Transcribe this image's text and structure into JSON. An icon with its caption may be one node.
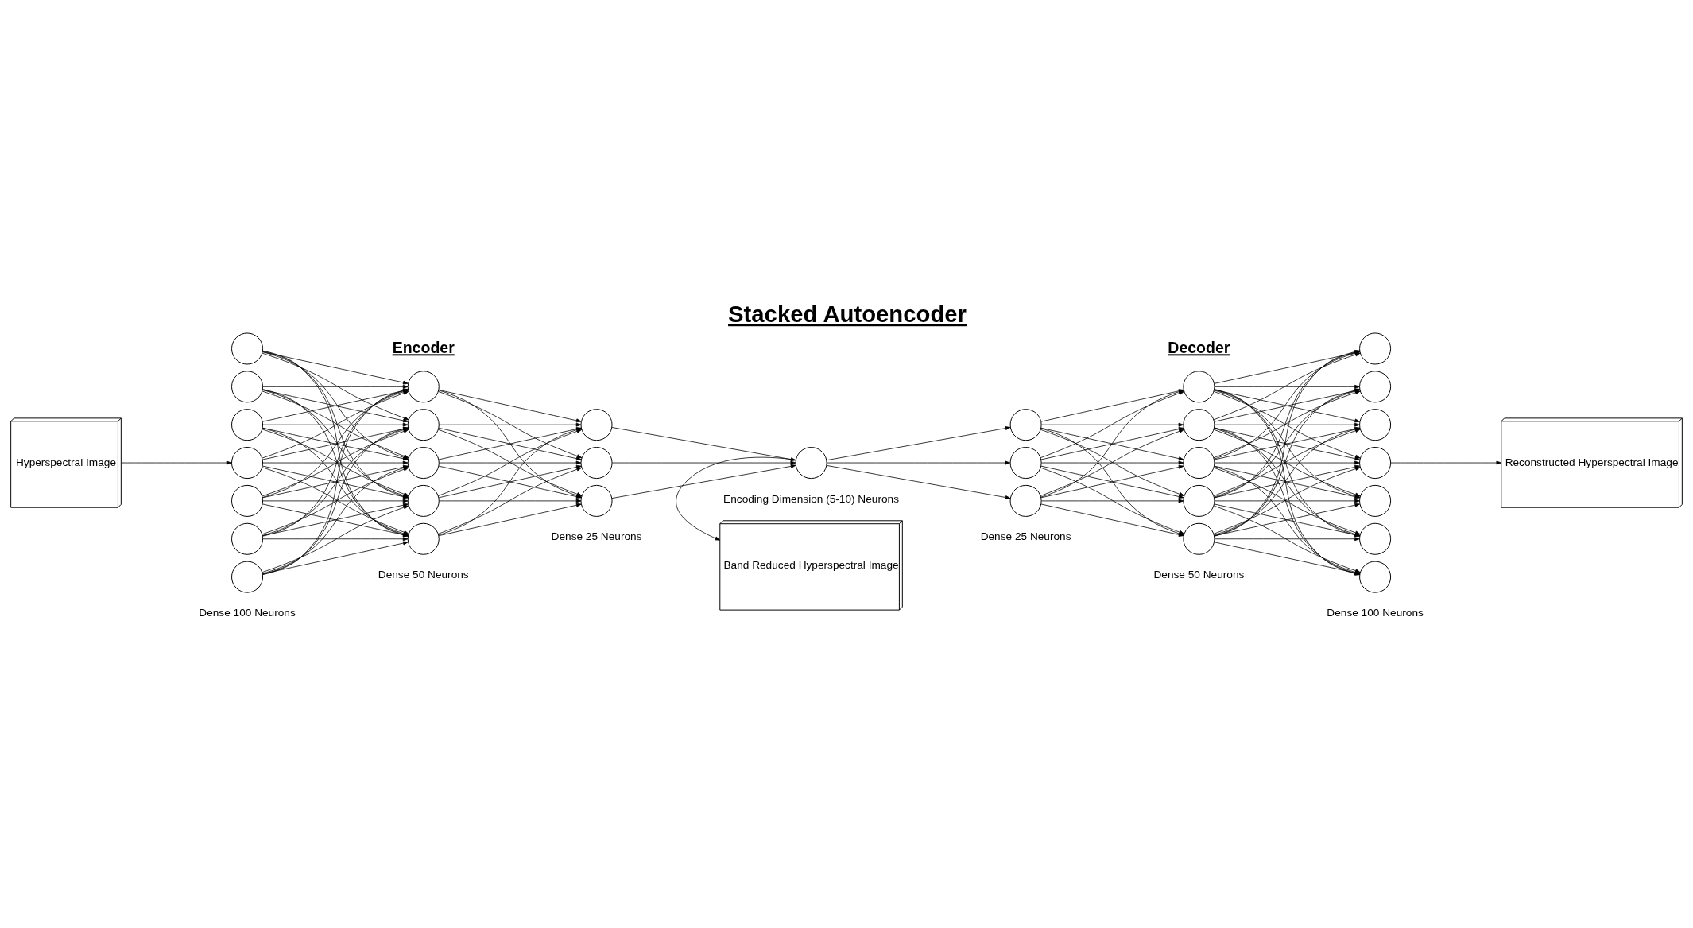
{
  "diagram": {
    "title": "Stacked Autoencoder",
    "nodes": [
      {
        "text": [
          "Hyperspectral Image"
        ]
      },
      {
        "text": [],
        "shape": "circle"
      },
      {
        "text": [],
        "shape": "circle"
      },
      {
        "text": [],
        "shape": "circle"
      },
      {
        "text": [],
        "shape": "circle"
      },
      {
        "text": [],
        "shape": "circle"
      },
      {
        "text": [],
        "shape": "circle"
      },
      {
        "text": [],
        "shape": "circle"
      },
      {
        "text": [],
        "shape": "circle"
      },
      {
        "text": [],
        "shape": "circle"
      },
      {
        "text": [],
        "shape": "circle"
      },
      {
        "text": [],
        "shape": "circle"
      },
      {
        "text": [],
        "shape": "circle"
      },
      {
        "text": [],
        "shape": "circle"
      },
      {
        "text": [],
        "shape": "circle"
      },
      {
        "text": [],
        "shape": "circle"
      },
      {
        "text": [],
        "shape": "circle",
        "beside": [
          "Encoding Dimension (5-10) Neurons"
        ]
      },
      {
        "text": [],
        "shape": "circle"
      },
      {
        "text": [],
        "shape": "circle"
      },
      {
        "text": [],
        "shape": "circle"
      },
      {
        "text": [],
        "shape": "circle"
      },
      {
        "text": [],
        "shape": "circle"
      },
      {
        "text": [],
        "shape": "circle"
      },
      {
        "text": [],
        "shape": "circle"
      },
      {
        "text": [],
        "shape": "circle"
      },
      {
        "text": [],
        "shape": "circle"
      },
      {
        "text": [],
        "shape": "circle"
      },
      {
        "text": [],
        "shape": "circle"
      },
      {
        "text": [],
        "shape": "circle"
      },
      {
        "text": [],
        "shape": "circle"
      },
      {
        "text": [],
        "shape": "circle"
      },
      {
        "text": [],
        "shape": "circle"
      },
      {
        "text": [
          "Reconstructed Hyperspectral Image"
        ]
      },
      {
        "text": [
          "Band Reduced Hyperspectral Image"
        ]
      }
    ],
    "edges": [
      {
        "from": 0,
        "to": 4,
        "arrow": "to"
      },
      {
        "from": 1,
        "to": 8,
        "arrow": "to"
      },
      {
        "from": 1,
        "to": 9,
        "arrow": "to"
      },
      {
        "from": 1,
        "to": 10,
        "arrow": "to"
      },
      {
        "from": 1,
        "to": 11,
        "arrow": "to"
      },
      {
        "from": 1,
        "to": 12,
        "arrow": "to"
      },
      {
        "from": 2,
        "to": 8,
        "arrow": "to"
      },
      {
        "from": 2,
        "to": 9,
        "arrow": "to"
      },
      {
        "from": 2,
        "to": 10,
        "arrow": "to"
      },
      {
        "from": 2,
        "to": 11,
        "arrow": "to"
      },
      {
        "from": 2,
        "to": 12,
        "arrow": "to"
      },
      {
        "from": 3,
        "to": 8,
        "arrow": "to"
      },
      {
        "from": 3,
        "to": 9,
        "arrow": "to"
      },
      {
        "from": 3,
        "to": 10,
        "arrow": "to"
      },
      {
        "from": 3,
        "to": 11,
        "arrow": "to"
      },
      {
        "from": 3,
        "to": 12,
        "arrow": "to"
      },
      {
        "from": 4,
        "to": 8,
        "arrow": "to"
      },
      {
        "from": 4,
        "to": 9,
        "arrow": "to"
      },
      {
        "from": 4,
        "to": 10,
        "arrow": "to"
      },
      {
        "from": 4,
        "to": 11,
        "arrow": "to"
      },
      {
        "from": 4,
        "to": 12,
        "arrow": "to"
      },
      {
        "from": 5,
        "to": 8,
        "arrow": "to"
      },
      {
        "from": 5,
        "to": 9,
        "arrow": "to"
      },
      {
        "from": 5,
        "to": 10,
        "arrow": "to"
      },
      {
        "from": 5,
        "to": 11,
        "arrow": "to"
      },
      {
        "from": 5,
        "to": 12,
        "arrow": "to"
      },
      {
        "from": 6,
        "to": 8,
        "arrow": "to"
      },
      {
        "from": 6,
        "to": 9,
        "arrow": "to"
      },
      {
        "from": 6,
        "to": 10,
        "arrow": "to"
      },
      {
        "from": 6,
        "to": 11,
        "arrow": "to"
      },
      {
        "from": 6,
        "to": 12,
        "arrow": "to"
      },
      {
        "from": 7,
        "to": 8,
        "arrow": "to"
      },
      {
        "from": 7,
        "to": 9,
        "arrow": "to"
      },
      {
        "from": 7,
        "to": 10,
        "arrow": "to"
      },
      {
        "from": 7,
        "to": 11,
        "arrow": "to"
      },
      {
        "from": 7,
        "to": 12,
        "arrow": "to"
      },
      {
        "from": 8,
        "to": 13,
        "arrow": "to"
      },
      {
        "from": 8,
        "to": 14,
        "arrow": "to"
      },
      {
        "from": 8,
        "to": 15,
        "arrow": "to"
      },
      {
        "from": 9,
        "to": 13,
        "arrow": "to"
      },
      {
        "from": 9,
        "to": 14,
        "arrow": "to"
      },
      {
        "from": 9,
        "to": 15,
        "arrow": "to"
      },
      {
        "from": 10,
        "to": 13,
        "arrow": "to"
      },
      {
        "from": 10,
        "to": 14,
        "arrow": "to"
      },
      {
        "from": 10,
        "to": 15,
        "arrow": "to"
      },
      {
        "from": 11,
        "to": 13,
        "arrow": "to"
      },
      {
        "from": 11,
        "to": 14,
        "arrow": "to"
      },
      {
        "from": 11,
        "to": 15,
        "arrow": "to"
      },
      {
        "from": 12,
        "to": 13,
        "arrow": "to"
      },
      {
        "from": 12,
        "to": 14,
        "arrow": "to"
      },
      {
        "from": 12,
        "to": 15,
        "arrow": "to"
      },
      {
        "from": 13,
        "to": 16,
        "arrow": "to"
      },
      {
        "from": 14,
        "to": 16,
        "arrow": "to"
      },
      {
        "from": 15,
        "to": 16,
        "arrow": "to"
      },
      {
        "from": 16,
        "to": 17,
        "arrow": "to"
      },
      {
        "from": 16,
        "to": 18,
        "arrow": "to"
      },
      {
        "from": 16,
        "to": 19,
        "arrow": "to"
      },
      {
        "from": 17,
        "to": 20,
        "arrow": "to"
      },
      {
        "from": 17,
        "to": 21,
        "arrow": "to"
      },
      {
        "from": 17,
        "to": 22,
        "arrow": "to"
      },
      {
        "from": 17,
        "to": 23,
        "arrow": "to"
      },
      {
        "from": 17,
        "to": 24,
        "arrow": "to"
      },
      {
        "from": 18,
        "to": 20,
        "arrow": "to"
      },
      {
        "from": 18,
        "to": 21,
        "arrow": "to"
      },
      {
        "from": 18,
        "to": 22,
        "arrow": "to"
      },
      {
        "from": 18,
        "to": 23,
        "arrow": "to"
      },
      {
        "from": 18,
        "to": 24,
        "arrow": "to"
      },
      {
        "from": 19,
        "to": 20,
        "arrow": "to"
      },
      {
        "from": 19,
        "to": 21,
        "arrow": "to"
      },
      {
        "from": 19,
        "to": 22,
        "arrow": "to"
      },
      {
        "from": 19,
        "to": 23,
        "arrow": "to"
      },
      {
        "from": 19,
        "to": 24,
        "arrow": "to"
      },
      {
        "from": 20,
        "to": 25,
        "arrow": "to"
      },
      {
        "from": 20,
        "to": 26,
        "arrow": "to"
      },
      {
        "from": 20,
        "to": 27,
        "arrow": "to"
      },
      {
        "from": 20,
        "to": 28,
        "arrow": "to"
      },
      {
        "from": 20,
        "to": 29,
        "arrow": "to"
      },
      {
        "from": 20,
        "to": 30,
        "arrow": "to"
      },
      {
        "from": 20,
        "to": 31,
        "arrow": "to"
      },
      {
        "from": 21,
        "to": 25,
        "arrow": "to"
      },
      {
        "from": 21,
        "to": 26,
        "arrow": "to"
      },
      {
        "from": 21,
        "to": 27,
        "arrow": "to"
      },
      {
        "from": 21,
        "to": 28,
        "arrow": "to"
      },
      {
        "from": 21,
        "to": 29,
        "arrow": "to"
      },
      {
        "from": 21,
        "to": 30,
        "arrow": "to"
      },
      {
        "from": 21,
        "to": 31,
        "arrow": "to"
      },
      {
        "from": 22,
        "to": 25,
        "arrow": "to"
      },
      {
        "from": 22,
        "to": 26,
        "arrow": "to"
      },
      {
        "from": 22,
        "to": 27,
        "arrow": "to"
      },
      {
        "from": 22,
        "to": 28,
        "arrow": "to"
      },
      {
        "from": 22,
        "to": 29,
        "arrow": "to"
      },
      {
        "from": 22,
        "to": 30,
        "arrow": "to"
      },
      {
        "from": 22,
        "to": 31,
        "arrow": "to"
      },
      {
        "from": 23,
        "to": 25,
        "arrow": "to"
      },
      {
        "from": 23,
        "to": 26,
        "arrow": "to"
      },
      {
        "from": 23,
        "to": 27,
        "arrow": "to"
      },
      {
        "from": 23,
        "to": 28,
        "arrow": "to"
      },
      {
        "from": 23,
        "to": 29,
        "arrow": "to"
      },
      {
        "from": 23,
        "to": 30,
        "arrow": "to"
      },
      {
        "from": 23,
        "to": 31,
        "arrow": "to"
      },
      {
        "from": 24,
        "to": 25,
        "arrow": "to"
      },
      {
        "from": 24,
        "to": 26,
        "arrow": "to"
      },
      {
        "from": 24,
        "to": 27,
        "arrow": "to"
      },
      {
        "from": 24,
        "to": 28,
        "arrow": "to"
      },
      {
        "from": 24,
        "to": 29,
        "arrow": "to"
      },
      {
        "from": 24,
        "to": 30,
        "arrow": "to"
      },
      {
        "from": 24,
        "to": 31,
        "arrow": "to"
      },
      {
        "from": 28,
        "to": 32,
        "arrow": "to"
      },
      {
        "from": 16,
        "to": 33,
        "arrow": "to"
      }
    ],
    "labels": [
      "Encoder",
      "Decoder",
      "Dense 100 Neurons",
      "Dense 50 Neurons",
      "Dense 25 Neurons",
      "Dense 25 Neurons",
      "Dense 50 Neurons",
      "Dense 100 Neurons"
    ]
  }
}
